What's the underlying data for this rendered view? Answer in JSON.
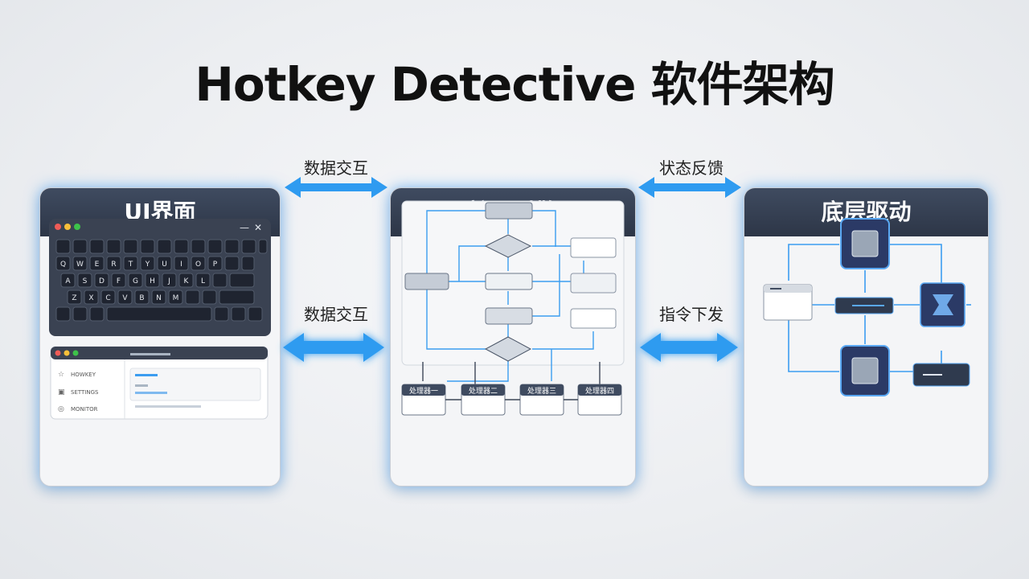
{
  "title": "Hotkey Detective 软件架构",
  "panels": [
    {
      "title": "UI界面"
    },
    {
      "title": "核心引擎"
    },
    {
      "title": "底层驱动"
    }
  ],
  "connectors": {
    "ui_core_top": "数据交互",
    "ui_core_mid": "数据交互",
    "core_driver_top": "状态反馈",
    "core_driver_mid": "指令下发"
  },
  "keyboard": {
    "rows": [
      [
        "",
        "",
        "",
        "",
        "",
        "",
        "",
        "",
        "",
        "",
        "",
        ""
      ],
      [
        "Q",
        "W",
        "E",
        "R",
        "T",
        "Y",
        "U",
        "I",
        "O",
        "P",
        ""
      ],
      [
        "A",
        "S",
        "D",
        "F",
        "G",
        "H",
        "J",
        "K",
        "L",
        ""
      ],
      [
        "Z",
        "X",
        "C",
        "V",
        "B",
        "N",
        "M",
        "",
        ""
      ]
    ]
  },
  "app_window": {
    "sidebar": [
      "HOWKEY",
      "SETTINGS",
      "MONITOR"
    ]
  },
  "flow_nodes": [
    "处理器一",
    "处理器二",
    "处理器三",
    "处理器四"
  ],
  "colors": {
    "accent": "#2f9bf0",
    "panel_header": "#323c4f",
    "chip": "#2b3a66"
  }
}
